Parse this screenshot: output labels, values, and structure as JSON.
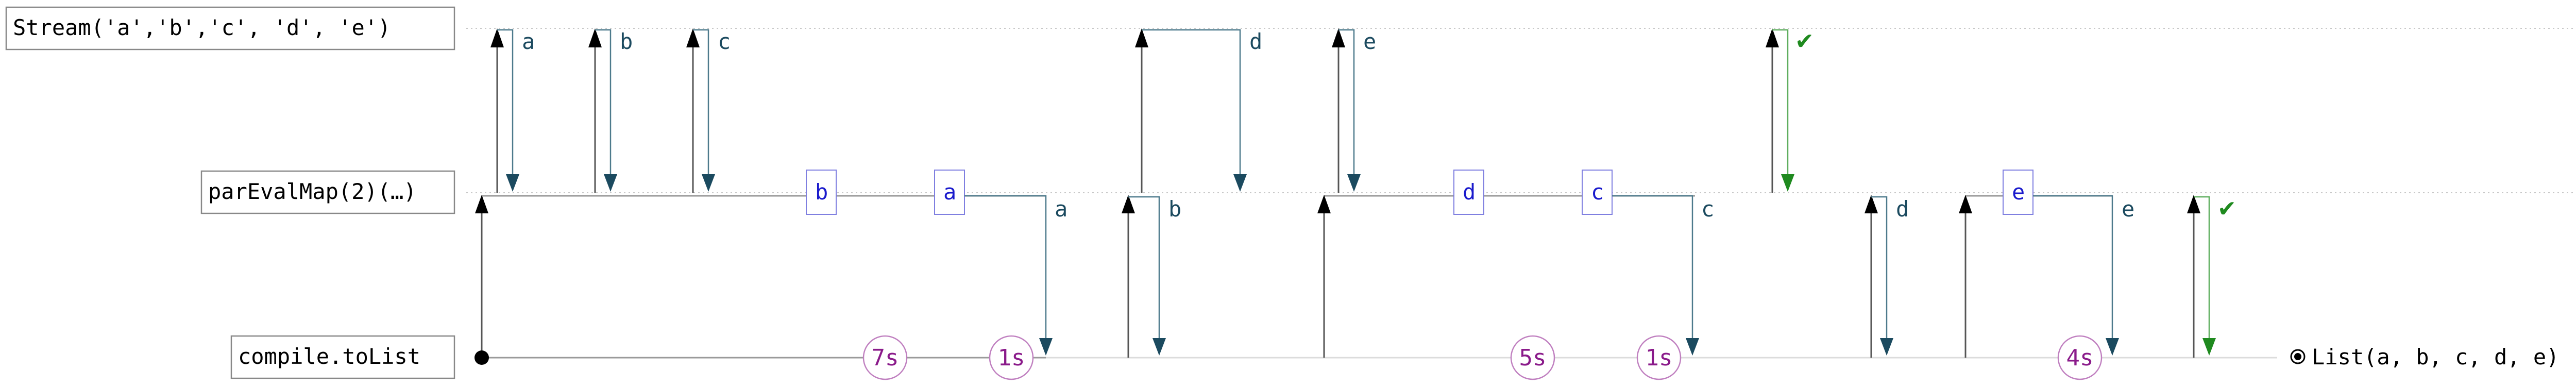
{
  "diagram": {
    "lanes": [
      {
        "id": "source",
        "label": "Stream('a','b','c', 'd', 'e')"
      },
      {
        "id": "pipe",
        "label": "parEvalMap(2)(…)"
      },
      {
        "id": "sink",
        "label": "compile.toList"
      }
    ],
    "source_pulls": [
      {
        "label": "a"
      },
      {
        "label": "b"
      },
      {
        "label": "c"
      },
      {
        "label": "d"
      },
      {
        "label": "e"
      },
      {
        "label": "✔"
      }
    ],
    "buffer_boxes": [
      {
        "label": "b"
      },
      {
        "label": "a"
      },
      {
        "label": "d"
      },
      {
        "label": "c"
      },
      {
        "label": "e"
      }
    ],
    "pipe_emits": [
      {
        "label": "a"
      },
      {
        "label": "b"
      },
      {
        "label": "c"
      },
      {
        "label": "d"
      },
      {
        "label": "e"
      },
      {
        "label": "✔"
      }
    ],
    "durations": [
      "7s",
      "1s",
      "5s",
      "1s",
      "4s"
    ],
    "result": "List(a, b, c, d, e)",
    "colors": {
      "arrow_teal": "#1b4a5f",
      "done_green": "#1f8a1f",
      "buffer_blue": "#1a1acc",
      "duration_purple": "#8a1a8a",
      "lane_line": "#c8c8c8"
    }
  }
}
